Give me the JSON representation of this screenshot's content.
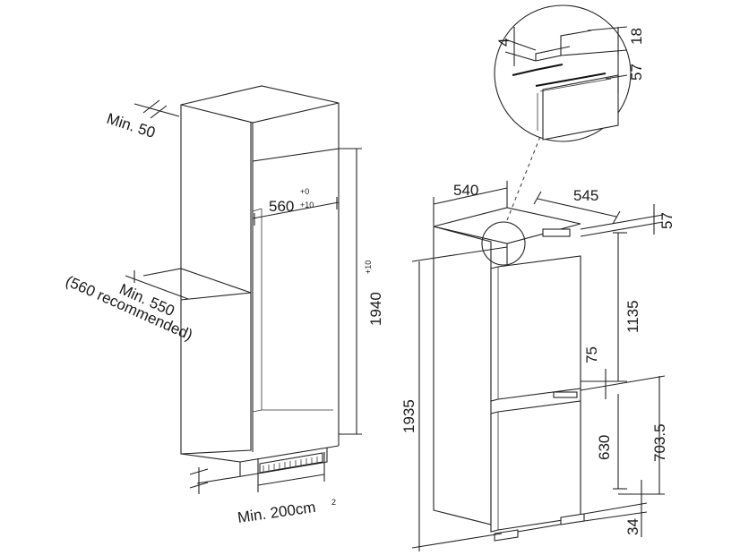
{
  "niche": {
    "min_depth_gap": "Min. 50",
    "width": "560",
    "width_tol_plus": "+0",
    "width_tol_minus": "+10",
    "height": "1940",
    "height_tol": "+10",
    "min_depth_line1": "Min. 550",
    "min_depth_line2": "(560 recommended)",
    "vent": "Min. 200cm",
    "vent_sup": "2"
  },
  "appliance": {
    "width": "540",
    "depth": "545",
    "top_offset": "57",
    "upper_door": "1135",
    "gap": "75",
    "lower_door": "630",
    "lower_total": "703.5",
    "foot": "34",
    "total_height": "1935"
  },
  "detail": {
    "gap_4": "4",
    "top_18": "18",
    "side_57": "57"
  }
}
